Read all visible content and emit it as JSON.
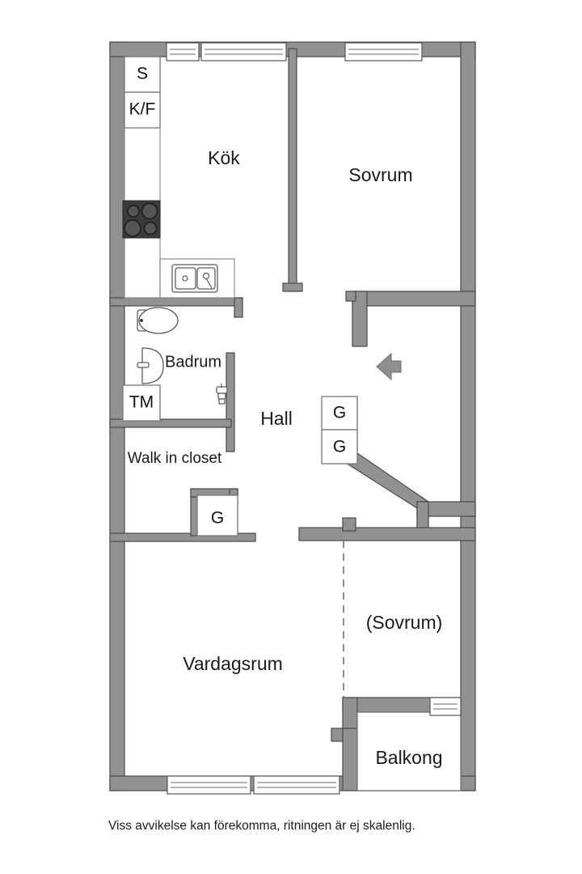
{
  "document": {
    "type": "floor-plan",
    "language": "sv",
    "caption": "Viss avvikelse kan förekomma, ritningen är ej skalenlig.",
    "background_color": "#ffffff",
    "wall_fill_color": "#929292",
    "wall_stroke_color": "#4a4a4a",
    "label_color": "#1a1a1a"
  },
  "rooms": [
    {
      "id": "kok",
      "label": "Kök",
      "label_size": "lg"
    },
    {
      "id": "sovrum",
      "label": "Sovrum",
      "label_size": "lg"
    },
    {
      "id": "badrum",
      "label": "Badrum",
      "label_size": "md"
    },
    {
      "id": "hall",
      "label": "Hall",
      "label_size": "lg"
    },
    {
      "id": "walk-in-closet",
      "label": "Walk in closet",
      "label_size": "sm"
    },
    {
      "id": "vardagsrum",
      "label": "Vardagsrum",
      "label_size": "lg"
    },
    {
      "id": "sovrum-optional",
      "label": "(Sovrum)",
      "label_size": "lg"
    },
    {
      "id": "balkong",
      "label": "Balkong",
      "label_size": "lg"
    }
  ],
  "appliances": [
    {
      "id": "dishwasher",
      "label": "S",
      "room": "kok"
    },
    {
      "id": "fridge-freezer",
      "label": "K/F",
      "room": "kok"
    },
    {
      "id": "washing-machine",
      "label": "TM",
      "room": "badrum"
    },
    {
      "id": "wardrobe-hall-upper",
      "label": "G",
      "room": "hall"
    },
    {
      "id": "wardrobe-hall-lower",
      "label": "G",
      "room": "hall"
    },
    {
      "id": "wardrobe-closet",
      "label": "G",
      "room": "walk-in-closet"
    }
  ],
  "fixtures": [
    {
      "id": "stove",
      "name": "stove-hob",
      "room": "kok"
    },
    {
      "id": "sink",
      "name": "kitchen-sink",
      "room": "kok"
    },
    {
      "id": "toilet",
      "name": "toilet",
      "room": "badrum"
    },
    {
      "id": "washbasin",
      "name": "washbasin",
      "room": "badrum"
    },
    {
      "id": "shower",
      "name": "shower-fitting",
      "room": "badrum"
    }
  ],
  "markers": [
    {
      "id": "entrance",
      "name": "entrance-arrow",
      "direction": "left"
    }
  ],
  "windows": [
    {
      "id": "win-kok-small",
      "wall": "top"
    },
    {
      "id": "win-kok-large",
      "wall": "top"
    },
    {
      "id": "win-sovrum",
      "wall": "top"
    },
    {
      "id": "win-sovrum-opt",
      "wall": "bottom-right"
    },
    {
      "id": "win-vardagsrum-left",
      "wall": "bottom"
    },
    {
      "id": "win-vardagsrum-right",
      "wall": "bottom"
    }
  ]
}
